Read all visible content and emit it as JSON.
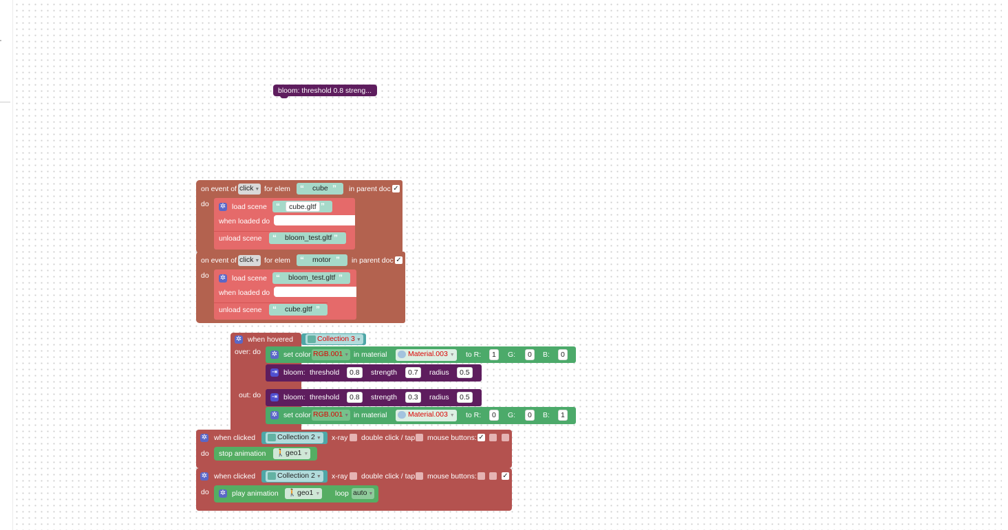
{
  "bloom_top": "bloom: threshold 0.8 streng...",
  "event1": {
    "prefix": "on event of",
    "event": "click",
    "for_elem": "for elem",
    "elem": "cube",
    "in_parent": "in parent doc",
    "in_parent_checked": "✓",
    "do": "do",
    "load": "load scene",
    "load_file": "cube.gltf",
    "when_loaded": "when loaded do",
    "unload": "unload scene",
    "unload_file": "bloom_test.gltf"
  },
  "event2": {
    "prefix": "on event of",
    "event": "click",
    "for_elem": "for elem",
    "elem": "motor",
    "in_parent": "in parent doc",
    "in_parent_checked": "✓",
    "do": "do",
    "load": "load scene",
    "load_file": "bloom_test.gltf",
    "when_loaded": "when loaded do",
    "unload": "unload scene",
    "unload_file": "cube.gltf"
  },
  "hover": {
    "when": "when hovered",
    "collection": "Collection 3",
    "over": "over: do",
    "out": "out: do",
    "set1": {
      "label": "set color",
      "color": "RGB.001",
      "in_mat": "in material",
      "material": "Material.003",
      "to_r": "to R:",
      "r": "1",
      "g_lbl": "G:",
      "g": "0",
      "b_lbl": "B:",
      "b": "0"
    },
    "bloom1": {
      "label": "bloom:",
      "t_lbl": "threshold",
      "t": "0.8",
      "s_lbl": "strength",
      "s": "0.7",
      "r_lbl": "radius",
      "r": "0.5"
    },
    "bloom2": {
      "label": "bloom:",
      "t_lbl": "threshold",
      "t": "0.8",
      "s_lbl": "strength",
      "s": "0.3",
      "r_lbl": "radius",
      "r": "0.5"
    },
    "set2": {
      "label": "set color",
      "color": "RGB.001",
      "in_mat": "in material",
      "material": "Material.003",
      "to_r": "to R:",
      "r": "0",
      "g_lbl": "G:",
      "g": "0",
      "b_lbl": "B:",
      "b": "1"
    }
  },
  "click1": {
    "when": "when clicked",
    "collection": "Collection 2",
    "xray": "x-ray",
    "dbl": "double click / tap",
    "mouse": "mouse buttons:",
    "m1": "✓",
    "m2": "",
    "m3": "",
    "do": "do",
    "action": "stop animation",
    "target": "geo1"
  },
  "click2": {
    "when": "when clicked",
    "collection": "Collection 2",
    "xray": "x-ray",
    "dbl": "double click / tap",
    "mouse": "mouse buttons:",
    "m1": "",
    "m2": "",
    "m3": "✓",
    "do": "do",
    "action": "play animation",
    "target": "geo1",
    "loop": "loop",
    "loop_val": "auto"
  },
  "colors": {
    "event": "#b3624f",
    "scene": "#e56a6a",
    "hover": "#b4524f",
    "color": "#4caa6a",
    "bloom": "#5e1d5e",
    "string": "#a6d9c9",
    "anim": "#55ad63"
  },
  "icons": {
    "gear": "gear-icon",
    "object": "object-icon",
    "collection": "collection-icon",
    "walker": "walker-icon"
  }
}
